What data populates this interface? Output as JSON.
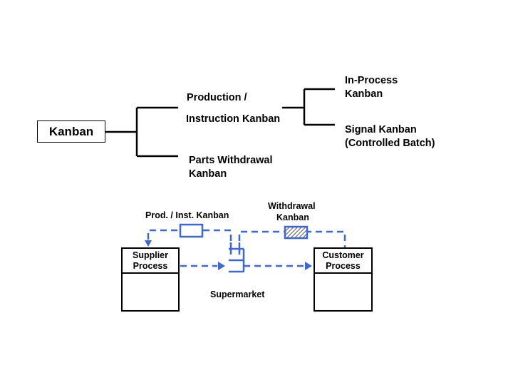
{
  "hierarchy": {
    "root": "Kanban",
    "production_line1": "Production /",
    "production_line2": "Instruction Kanban",
    "parts_line1": "Parts Withdrawal",
    "parts_line2": "Kanban",
    "inprocess_line1": "In-Process",
    "inprocess_line2": "Kanban",
    "signal_line1": "Signal Kanban",
    "signal_line2": "(Controlled Batch)"
  },
  "flow": {
    "prod_inst_label": "Prod. / Inst. Kanban",
    "withdrawal_line1": "Withdrawal",
    "withdrawal_line2": "Kanban",
    "supplier_line1": "Supplier",
    "supplier_line2": "Process",
    "customer_line1": "Customer",
    "customer_line2": "Process",
    "supermarket": "Supermarket"
  },
  "colors": {
    "flow_blue": "#3a66e0",
    "tree_black": "#000000"
  }
}
